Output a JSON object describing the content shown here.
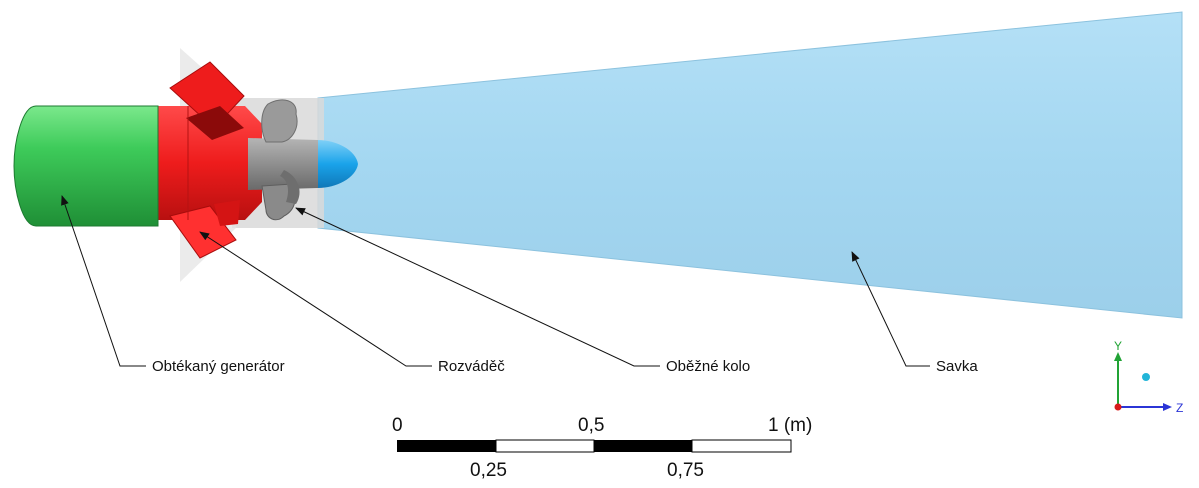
{
  "labels": {
    "generator": "Obtékaný generátor",
    "distributor": "Rozváděč",
    "runner": "Oběžné kolo",
    "draft_tube": "Savka"
  },
  "scale_bar": {
    "ticks_top": [
      "0",
      "0,5",
      "1 (m)"
    ],
    "ticks_bottom": [
      "0,25",
      "0,75"
    ]
  },
  "axes": {
    "y": "Y",
    "z": "Z"
  },
  "colors": {
    "generator": "#3ecb5a",
    "distributor": "#ee1c1c",
    "distributor_dark": "#8b0a0a",
    "runner": "#8f8f8f",
    "hub_tip": "#1aa3ea",
    "draft_tube": "#a6d8f2",
    "housing": "#d6d6d6",
    "axis_y": "#21a335",
    "axis_z": "#2b35d6",
    "origin": "#d81b1b",
    "axis_x_dot": "#22b5d8"
  }
}
